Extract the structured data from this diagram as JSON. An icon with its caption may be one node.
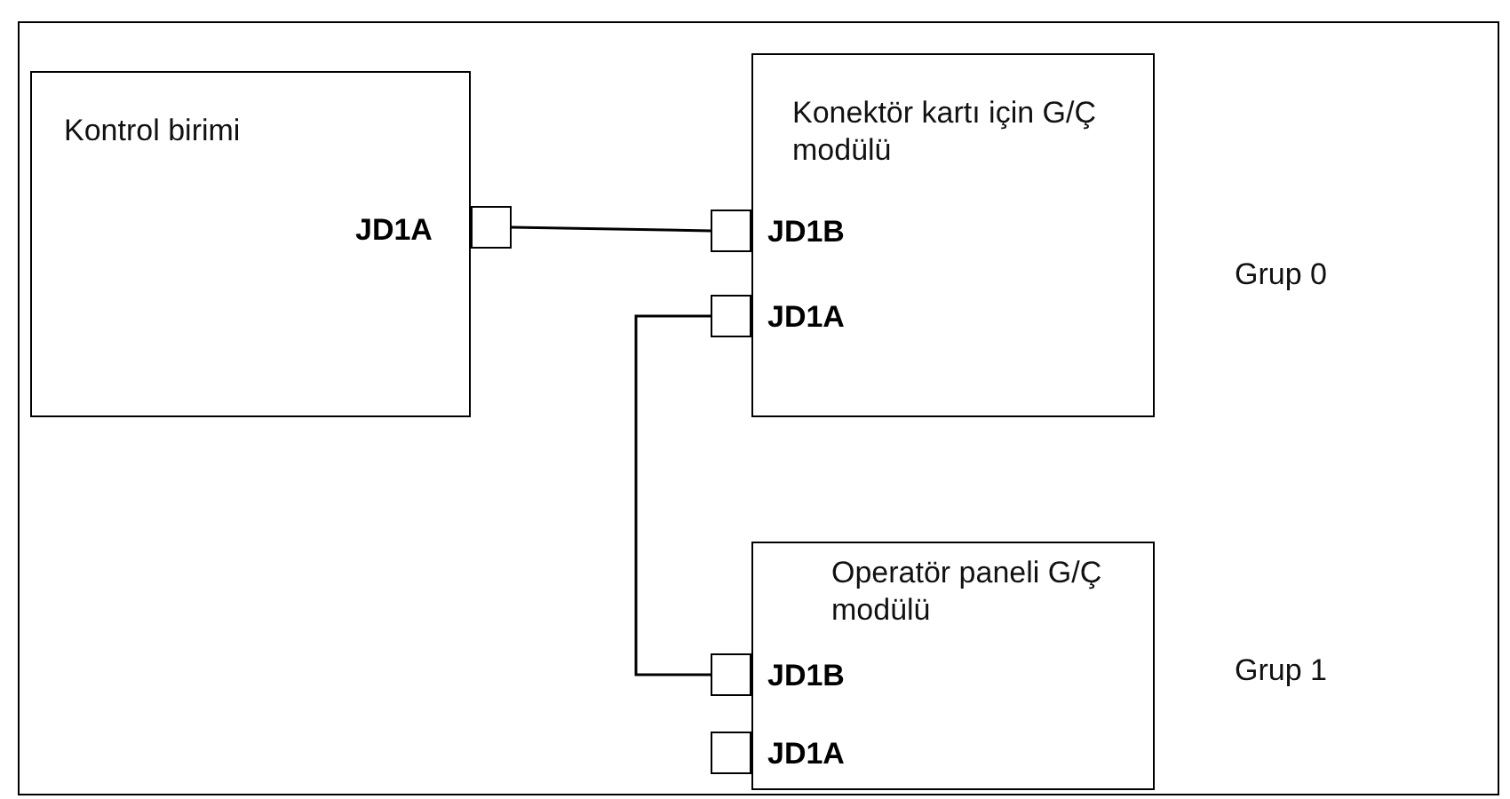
{
  "diagram": {
    "nodes": [
      {
        "text": [
          "Kontrol birimi",
          "JD1A"
        ]
      },
      {
        "text": [],
        "shape": "box"
      },
      {
        "text": [
          "Konektör kartı için G/Ç modülü",
          "JD1B",
          "JD1A"
        ],
        "beside": [
          "Grup 0"
        ]
      },
      {
        "text": [],
        "shape": "box"
      },
      {
        "text": [],
        "shape": "box"
      },
      {
        "text": [
          "Operatör paneli G/Ç modülü",
          "JD1B",
          "JD1A"
        ],
        "beside": [
          "Grup 1"
        ]
      },
      {
        "text": [],
        "shape": "box"
      },
      {
        "text": [],
        "shape": "box"
      }
    ],
    "edges": [
      {
        "from": 1,
        "to": 3,
        "arrow": "none"
      },
      {
        "from": 4,
        "to": 6,
        "arrow": "none"
      }
    ]
  }
}
